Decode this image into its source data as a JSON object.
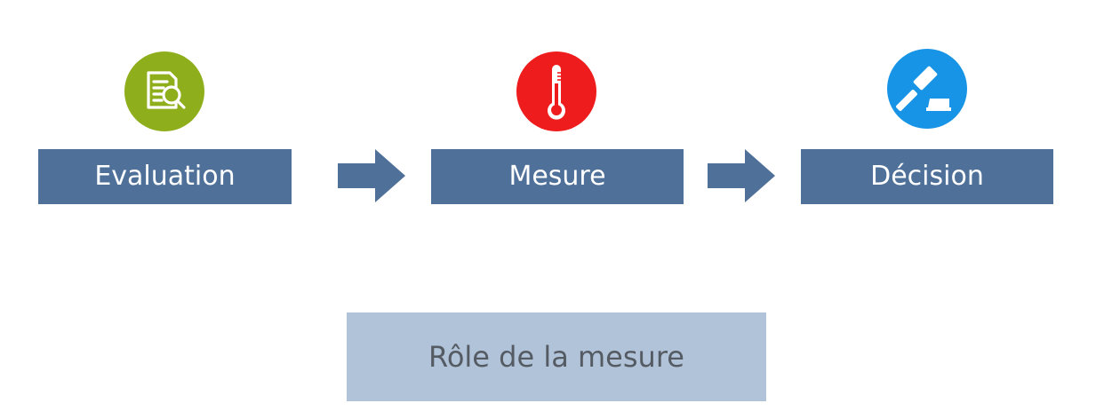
{
  "steps": [
    {
      "label": "Evaluation",
      "icon": "document-search-icon",
      "icon_color": "#8fae1b"
    },
    {
      "label": "Mesure",
      "icon": "thermometer-icon",
      "icon_color": "#ee1c1c"
    },
    {
      "label": "Décision",
      "icon": "gavel-icon",
      "icon_color": "#1894e6"
    }
  ],
  "connectors": [
    "arrow-right-icon",
    "arrow-right-icon"
  ],
  "caption": "Rôle de la mesure",
  "colors": {
    "step_box": "#4e7099",
    "arrow": "#4e7099",
    "caption_box": "#b1c3d9",
    "caption_text": "#555b63"
  }
}
